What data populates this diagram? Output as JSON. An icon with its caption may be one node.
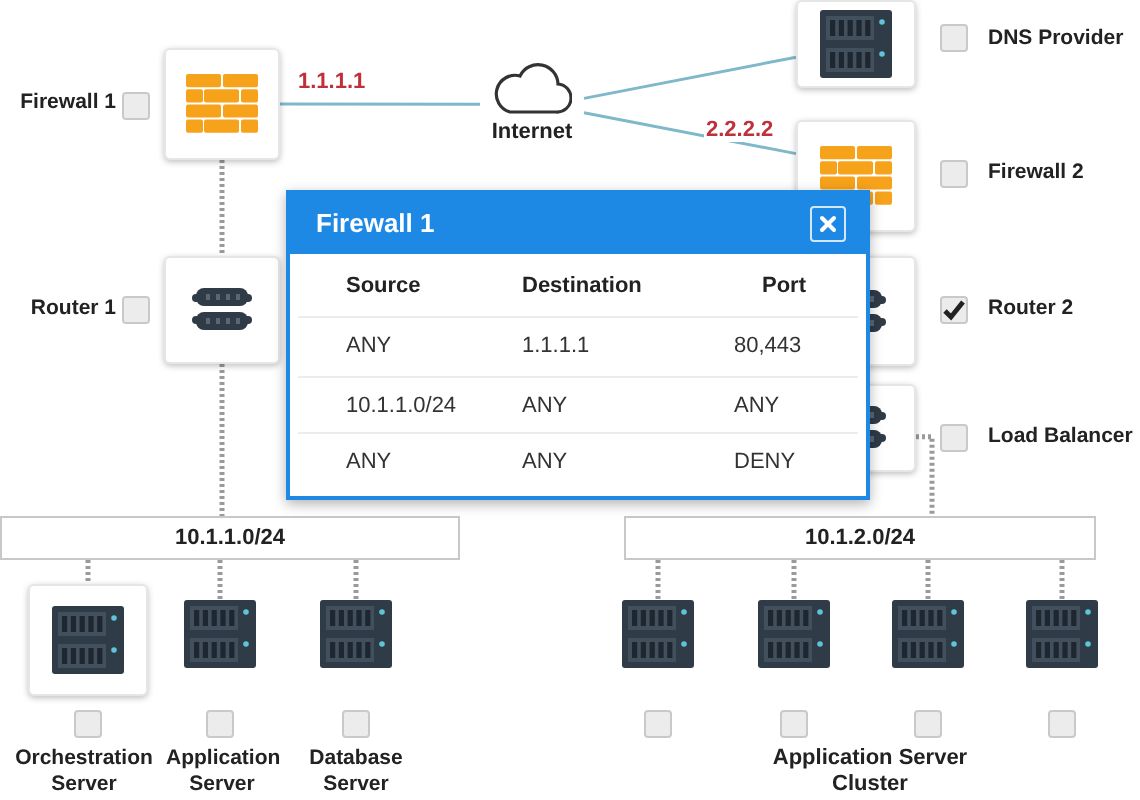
{
  "diagram": {
    "nodes": [
      {
        "text": [],
        "shape": "box",
        "beside": [
          "Firewall 1"
        ]
      },
      {
        "text": [
          "Internet"
        ]
      },
      {
        "text": [],
        "shape": "box",
        "beside": [
          "DNS Provider"
        ]
      },
      {
        "text": [],
        "shape": "box",
        "beside": [
          "Firewall 2"
        ]
      },
      {
        "text": [],
        "shape": "box",
        "beside": [
          "Router 1"
        ]
      },
      {
        "text": [],
        "shape": "box",
        "beside": [
          "Router 2"
        ]
      },
      {
        "text": [],
        "shape": "box",
        "beside": [
          "Load Balancer"
        ]
      },
      {
        "text": [
          "10.1.1.0/24"
        ]
      },
      {
        "text": [
          "10.1.2.0/24"
        ]
      },
      {
        "text": [],
        "shape": "box",
        "beside": [
          "Orchestration Server"
        ]
      },
      {
        "text": [],
        "shape": "box",
        "beside": [
          "Application Server"
        ]
      },
      {
        "text": [],
        "shape": "box",
        "beside": [
          "Database Server"
        ]
      },
      {
        "text": [],
        "shape": "box"
      },
      {
        "text": [],
        "shape": "box"
      },
      {
        "text": [],
        "shape": "box"
      },
      {
        "text": [],
        "shape": "box"
      },
      {
        "text": [
          "Firewall 1"
        ]
      }
    ],
    "edges": [
      {
        "from": 0,
        "to": 1,
        "arrow": "none",
        "label": "1.1.1.1"
      },
      {
        "from": 1,
        "to": 2,
        "arrow": "none"
      },
      {
        "from": 1,
        "to": 3,
        "arrow": "none",
        "label": "2.2.2.2"
      },
      {
        "from": 0,
        "to": 4,
        "arrow": "none",
        "style": "dashed",
        "color": "#9a9a9a"
      },
      {
        "from": 4,
        "to": 7,
        "arrow": "none",
        "style": "dashed",
        "color": "#9a9a9a"
      },
      {
        "from": 6,
        "to": 8,
        "arrow": "none",
        "style": "dashed",
        "color": "#9a9a9a"
      },
      {
        "from": 7,
        "to": 9,
        "arrow": "none",
        "style": "dashed",
        "color": "#9a9a9a"
      },
      {
        "from": 7,
        "to": 10,
        "arrow": "none",
        "style": "dashed",
        "color": "#9a9a9a"
      },
      {
        "from": 7,
        "to": 11,
        "arrow": "none",
        "style": "dashed",
        "color": "#9a9a9a"
      },
      {
        "from": 8,
        "to": 12,
        "arrow": "none",
        "style": "dashed",
        "color": "#9a9a9a"
      },
      {
        "from": 8,
        "to": 13,
        "arrow": "none",
        "style": "dashed",
        "color": "#9a9a9a"
      },
      {
        "from": 8,
        "to": 14,
        "arrow": "none",
        "style": "dashed",
        "color": "#9a9a9a"
      },
      {
        "from": 8,
        "to": 15,
        "arrow": "none",
        "style": "dashed",
        "color": "#9a9a9a"
      }
    ],
    "labels": [
      "Source",
      "Destination",
      "Port",
      "ANY",
      "1.1.1.1",
      "80,443",
      "10.1.1.0/24",
      "ANY",
      "ANY",
      "ANY",
      "ANY",
      "DENY",
      "Application Server Cluster"
    ]
  }
}
